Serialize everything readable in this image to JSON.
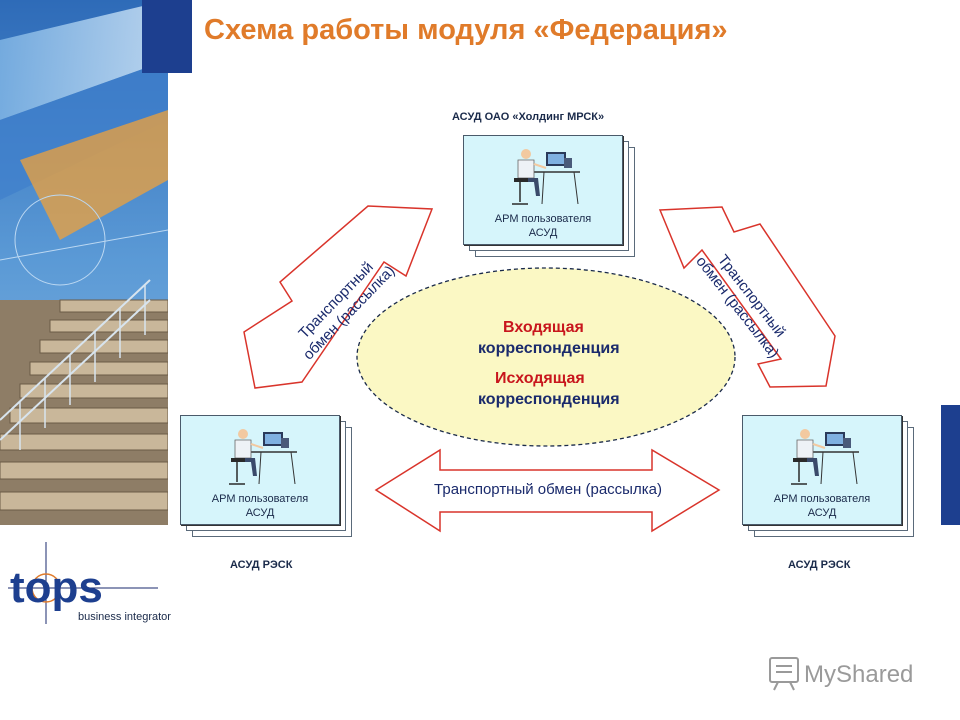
{
  "title": "Схема работы модуля «Федерация»",
  "top_system_label": "АСУД ОАО «Холдинг МРСК»",
  "left_system_label": "АСУД РЭСК",
  "right_system_label": "АСУД РЭСК",
  "workstation_caption_line1": "АРМ пользователя",
  "workstation_caption_line2": "АСУД",
  "center": {
    "incoming_line1": "Входящая",
    "incoming_line2": "корреспонденция",
    "outgoing_line1": "Исходящая",
    "outgoing_line2": "корреспонденция"
  },
  "arrows": {
    "bottom": "Транспортный обмен (рассылка)",
    "left_line1": "Транспортный",
    "left_line2": "обмен (рассылка)",
    "right_line1": "Транспортный",
    "right_line2": "обмен (рассылка)"
  },
  "logo": {
    "wordmark": "tops",
    "tagline": "business integrator"
  },
  "watermark": "MyShared",
  "colors": {
    "title": "#e07b2a",
    "arrow_stroke": "#d9342b",
    "ellipse_fill": "#fbf8c4",
    "card_fill": "#d6f5fb",
    "corr_red": "#c8161d",
    "corr_blue": "#1a2a6c",
    "brand_blue": "#1d3f8f"
  }
}
